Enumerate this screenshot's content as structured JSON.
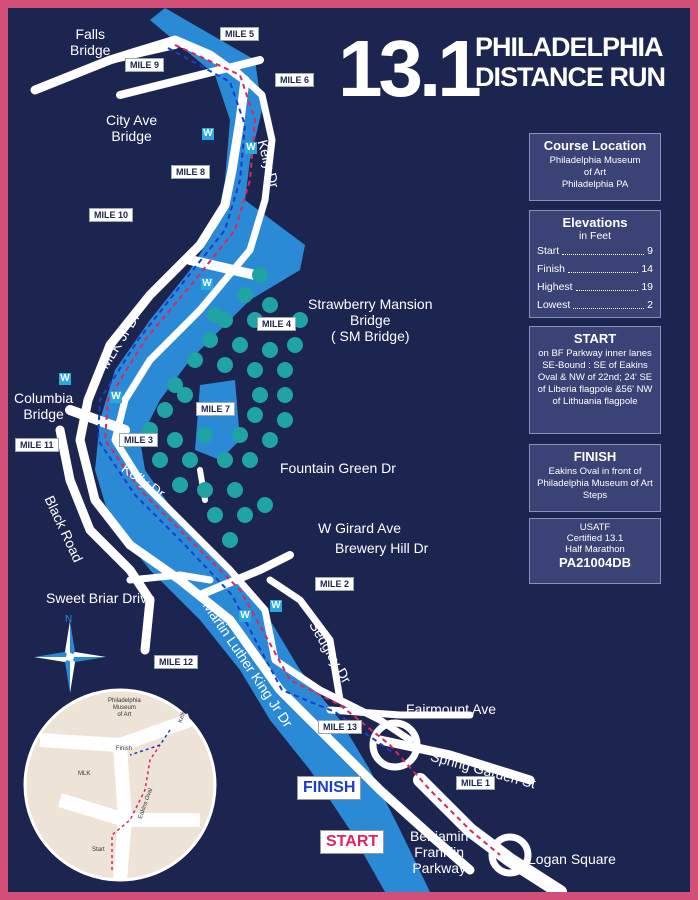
{
  "title": {
    "number": "13.1",
    "line1": "PHILADELPHIA",
    "line2": "DISTANCE RUN"
  },
  "colors": {
    "background": "#1c2450",
    "border": "#d24f78",
    "river": "#2b8ad6",
    "road": "#ffffff",
    "tree": "#1fa3a3",
    "route_red": "#e0245e",
    "route_blue": "#1a3ccf"
  },
  "panels": {
    "location": {
      "title": "Course Location",
      "lines": [
        "Philadelphia Museum",
        "of Art",
        "Philadelphia PA"
      ]
    },
    "elevations": {
      "title": "Elevations",
      "subtitle": "in Feet",
      "rows": [
        {
          "name": "Start",
          "value": "9"
        },
        {
          "name": "Finish",
          "value": "14"
        },
        {
          "name": "Highest",
          "value": "19"
        },
        {
          "name": "Lowest",
          "value": "2"
        }
      ]
    },
    "start": {
      "title": "START",
      "text": "on BF Parkway inner lanes SE-Bound : SE of Eakins Oval & NW of 22nd; 24' SE of Liberia flagpole &56' NW of Lithuania flagpole"
    },
    "finish": {
      "title": "FINISH",
      "text": "Eakins Oval in front of Philadelphia Museum of Art Steps"
    },
    "cert": {
      "line1": "USATF",
      "line2": "Certified 13.1",
      "line3": "Half Marathon",
      "code": "PA21004DB"
    }
  },
  "labels": {
    "falls_bridge": "Falls\nBridge",
    "city_ave_bridge": "City Ave\nBridge",
    "kelly_dr_top": "Kelly Dr",
    "strawberry": "Strawberry Mansion\nBridge\n( SM Bridge)",
    "mlk_jr_dr": "MLK Jr Dr",
    "columbia_bridge": "Columbia\nBridge",
    "fountain_green": "Fountain Green Dr",
    "kelly_dr_mid": "Kelly Dr",
    "black_road": "Black Road",
    "w_girard": "W Girard Ave",
    "brewery_hill": "Brewery Hill Dr",
    "sweet_briar": "Sweet Briar Drive",
    "martin_luther_king": "Martin Luther King Jr Dr",
    "sedgley": "Sedgley Dr",
    "fairmount": "Fairmount Ave",
    "spring_garden": "Spring Garden St",
    "bf_parkway": "Benjamin\nFranklin\nParkway",
    "logan_square": "Logan Square",
    "compass_n": "N"
  },
  "miles": [
    "MILE 1",
    "MILE 2",
    "MILE 3",
    "MILE 4",
    "MILE 5",
    "MILE 6",
    "MILE 7",
    "MILE 8",
    "MILE 9",
    "MILE 10",
    "MILE 11",
    "MILE 12",
    "MILE 13"
  ],
  "water_stop": "W",
  "badges": {
    "finish": "FINISH",
    "start": "START"
  },
  "inset": {
    "museum": "Philadelphia\nMuseum\nof Art",
    "finish": "Finish",
    "start": "Start",
    "mlk": "MLK",
    "kelly": "Kelly Dr",
    "eakins": "Eakins Oval"
  }
}
